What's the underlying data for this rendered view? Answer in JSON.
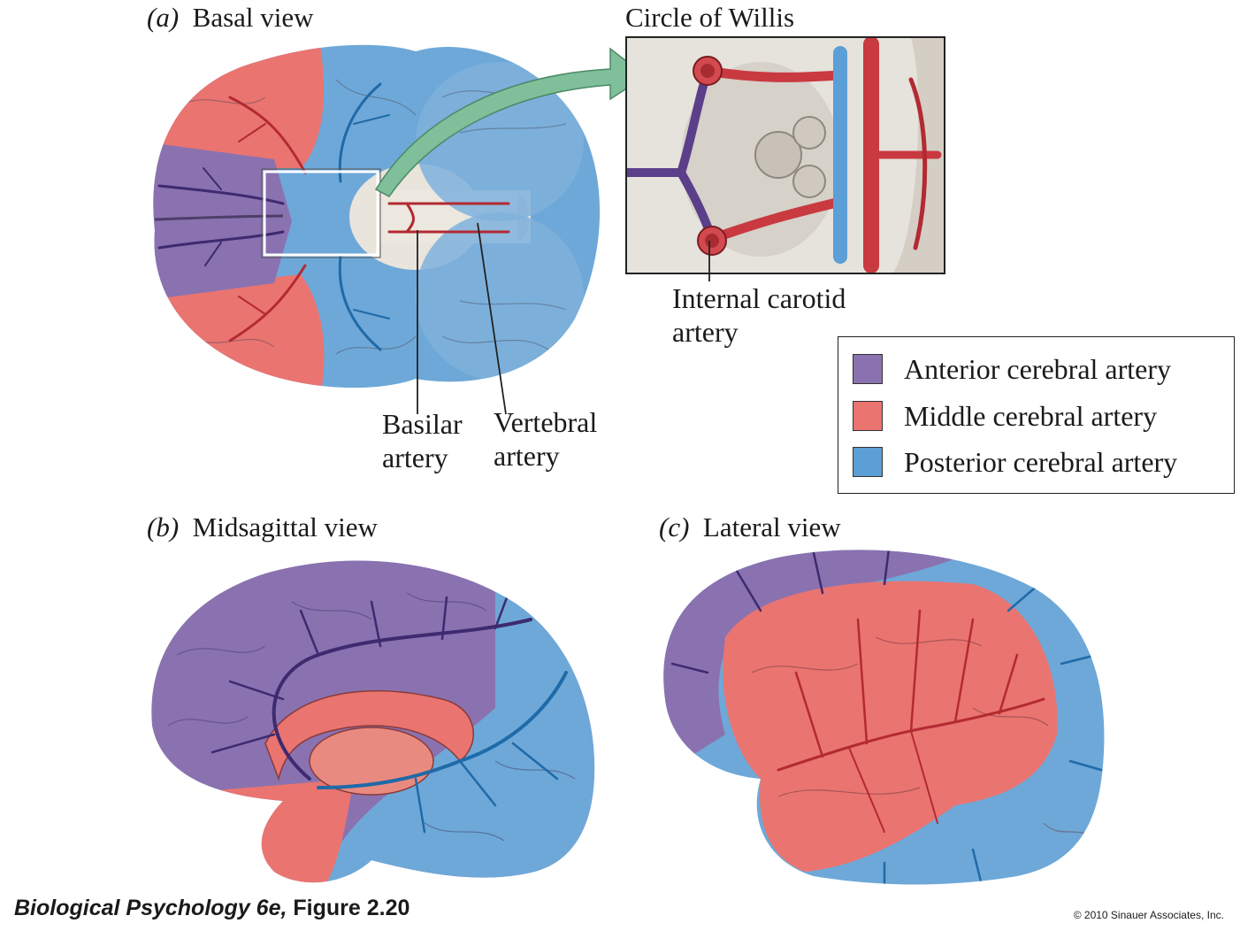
{
  "panels": {
    "a": {
      "letter": "(a)",
      "title": "Basal view"
    },
    "b": {
      "letter": "(b)",
      "title": "Midsagittal view"
    },
    "c": {
      "letter": "(c)",
      "title": "Lateral view"
    }
  },
  "inset": {
    "title": "Circle of Willis"
  },
  "labels": {
    "internal_carotid": [
      "Internal carotid",
      "artery"
    ],
    "basilar": [
      "Basilar",
      "artery"
    ],
    "vertebral": [
      "Vertebral",
      "artery"
    ]
  },
  "legend": [
    {
      "label": "Anterior cerebral artery",
      "color": "#8a72b0"
    },
    {
      "label": "Middle cerebral artery",
      "color": "#ea7470"
    },
    {
      "label": "Posterior cerebral artery",
      "color": "#5b9fd6"
    }
  ],
  "colors": {
    "anterior": "#8a72b0",
    "middle": "#ea7470",
    "posterior": "#6ea8d8",
    "vessel_dark_purple": "#3e2a70",
    "vessel_red": "#b32a32",
    "vessel_blue": "#1f6aa8",
    "arrow": "#7fbf9a"
  },
  "footer": {
    "book": "Biological Psychology 6e,",
    "figure": "Figure 2.20",
    "copyright": "© 2010 Sinauer Associates, Inc."
  }
}
